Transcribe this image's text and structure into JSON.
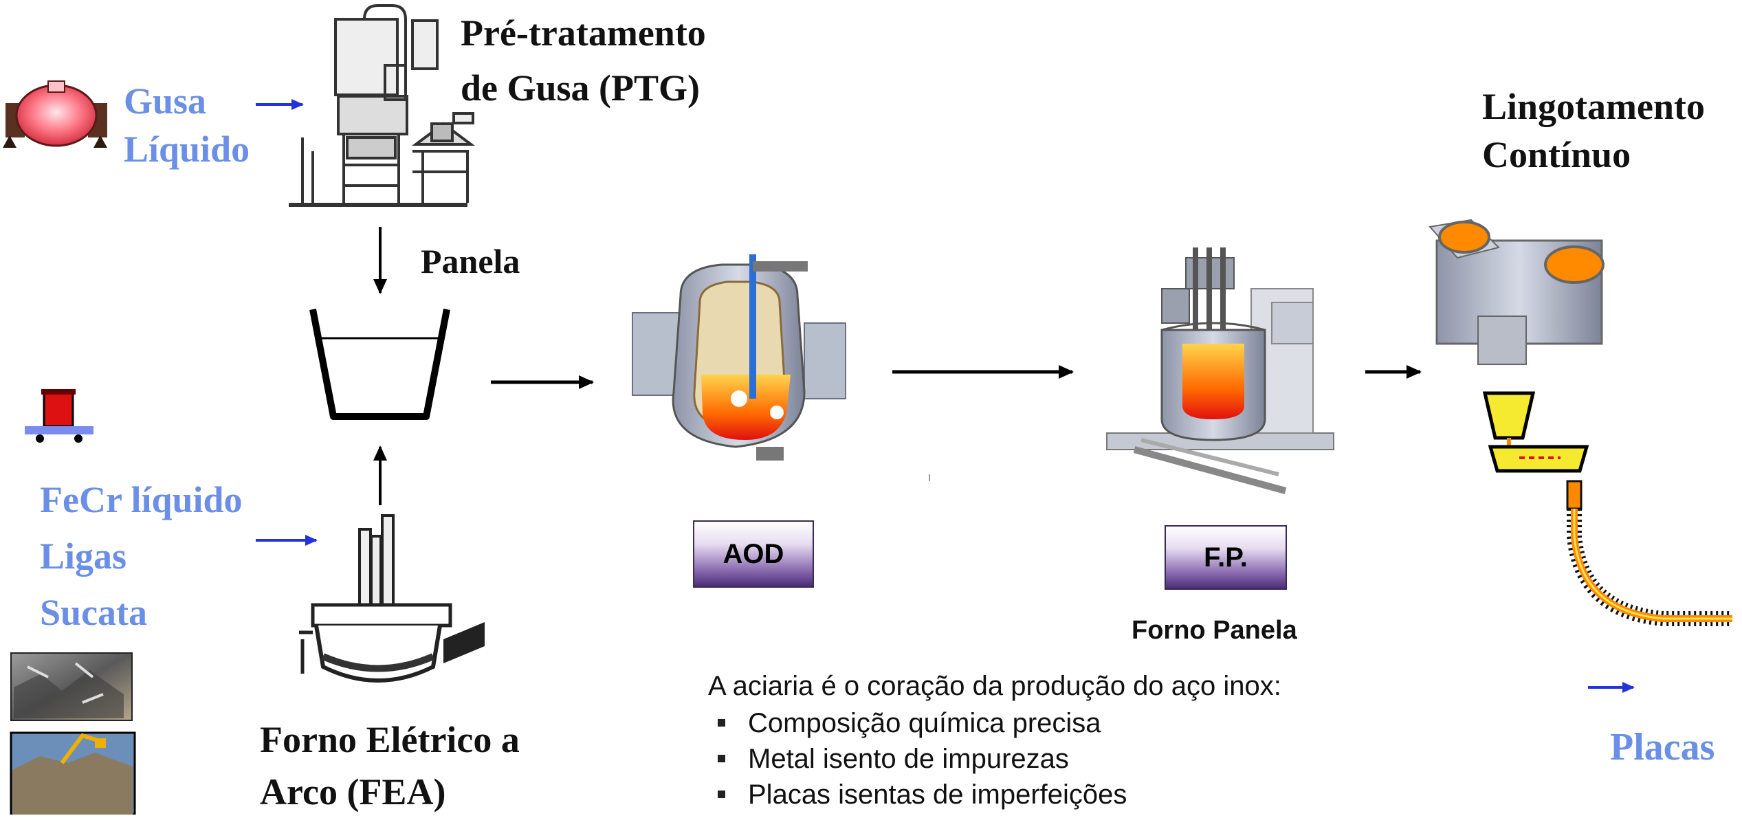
{
  "inputs": {
    "gusa_line1": "Gusa",
    "gusa_line2": "Líquido",
    "fecr": "FeCr líquido",
    "ligas": "Ligas",
    "sucata": "Sucata"
  },
  "ptg": {
    "line1": "Pré-tratamento",
    "line2": "de Gusa (PTG)"
  },
  "panela": "Panela",
  "fea": {
    "line1": "Forno Elétrico a",
    "line2": "Arco (FEA)"
  },
  "aod": {
    "box": "AOD"
  },
  "fp": {
    "box": "F.P.",
    "caption": "Forno Panela"
  },
  "lingotamento": {
    "line1": "Lingotamento",
    "line2": "Contínuo"
  },
  "output": "Placas",
  "notes": {
    "intro": "A aciaria é o coração da produção do aço inox:",
    "items": [
      "Composição química precisa",
      "Metal isento de impurezas",
      "Placas isentas de imperfeições"
    ]
  }
}
